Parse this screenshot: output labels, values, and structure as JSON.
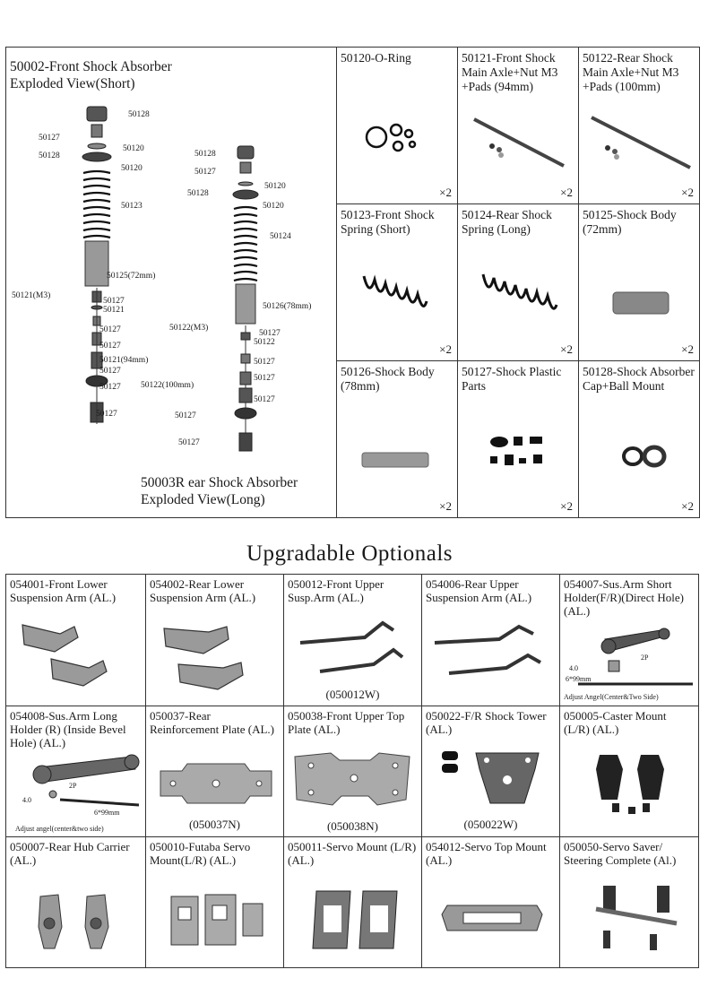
{
  "exploded": {
    "front_title": "50002-Front Shock Absorber\nExploded View(Short)",
    "rear_title": "50003R ear Shock Absorber\nExploded View(Long)",
    "front_labels": [
      "50128",
      "50127",
      "50120",
      "50128",
      "50120",
      "50123",
      "50125(72mm)",
      "50121(M3)",
      "50127",
      "50121",
      "50127",
      "50127",
      "50121(94mm)",
      "50127",
      "50127",
      "50127"
    ],
    "rear_labels": [
      "50128",
      "50127",
      "50120",
      "50128",
      "50120",
      "50124",
      "50126(78mm)",
      "50122(M3)",
      "50127",
      "50122",
      "50127",
      "50127",
      "50122(100mm)",
      "50127",
      "50127",
      "50127"
    ]
  },
  "parts": [
    {
      "title": "50120-O-Ring",
      "qty": "×2"
    },
    {
      "title": "50121-Front Shock Main Axle+Nut M3 +Pads (94mm)",
      "qty": "×2"
    },
    {
      "title": "50122-Rear Shock Main Axle+Nut M3 +Pads (100mm)",
      "qty": "×2"
    },
    {
      "title": "50123-Front Shock Spring (Short)",
      "qty": "×2"
    },
    {
      "title": "50124-Rear Shock Spring (Long)",
      "qty": "×2"
    },
    {
      "title": "50125-Shock Body (72mm)",
      "qty": "×2"
    },
    {
      "title": "50126-Shock Body (78mm)",
      "qty": "×2"
    },
    {
      "title": "50127-Shock Plastic Parts",
      "qty": "×2"
    },
    {
      "title": "50128-Shock Absorber Cap+Ball Mount",
      "qty": "×2"
    }
  ],
  "upgrades_heading": "Upgradable Optionals",
  "optionals": [
    {
      "title": "054001-Front Lower Suspension Arm (AL.)",
      "caption": ""
    },
    {
      "title": "054002-Rear Lower Suspension Arm (AL.)",
      "caption": ""
    },
    {
      "title": "050012-Front Upper Susp.Arm (AL.)",
      "caption": "(050012W)"
    },
    {
      "title": "054006-Rear  Upper Suspension Arm (AL.)",
      "caption": ""
    },
    {
      "title": "054007-Sus.Arm Short Holder(F/R)(Direct Hole) (AL.)",
      "caption": "Adjust Angel(Center&Two Side)"
    },
    {
      "title": "054008-Sus.Arm Long Holder (R) (Inside Bevel Hole) (AL.)",
      "caption": "Adjust angel(center&two side)"
    },
    {
      "title": "050037-Rear Reinforcement Plate (AL.)",
      "caption": "(050037N)"
    },
    {
      "title": "050038-Front Upper Top Plate (AL.)",
      "caption": "(050038N)"
    },
    {
      "title": "050022-F/R Shock Tower (AL.)",
      "caption": "(050022W)"
    },
    {
      "title": "050005-Caster Mount (L/R) (AL.)",
      "caption": ""
    },
    {
      "title": "050007-Rear Hub Carrier (AL.)",
      "caption": ""
    },
    {
      "title": "050010-Futaba Servo Mount(L/R) (AL.)",
      "caption": ""
    },
    {
      "title": "050011-Servo Mount (L/R) (AL.)",
      "caption": ""
    },
    {
      "title": "054012-Servo Top Mount (AL.)",
      "caption": ""
    },
    {
      "title": "050050-Servo Saver/ Steering Complete (Al.)",
      "caption": ""
    }
  ],
  "holder_notes": {
    "pin": "6*99mm",
    "angle": "4.0",
    "pair": "2P"
  }
}
